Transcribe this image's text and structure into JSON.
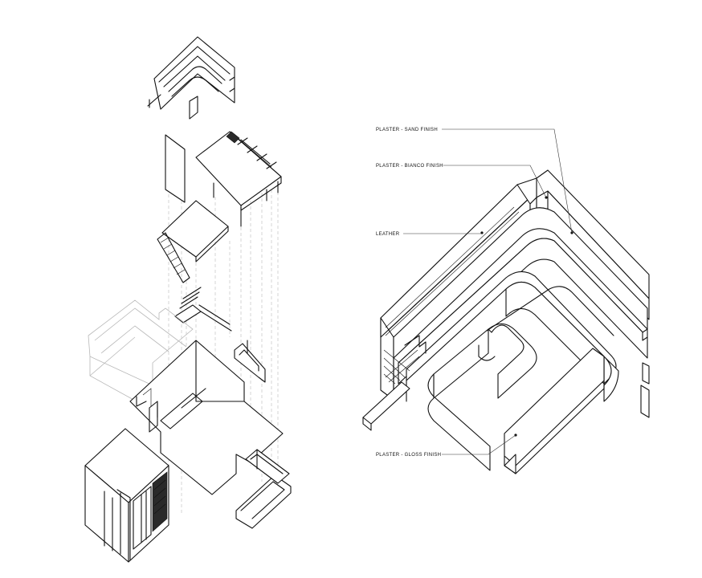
{
  "labels": {
    "sand": "PLASTER - SAND FINISH",
    "bianco": "PLASTER - BIANCO FINISH",
    "leather": "LEATHER",
    "gloss": "PLASTER - GLOSS FINISH"
  }
}
